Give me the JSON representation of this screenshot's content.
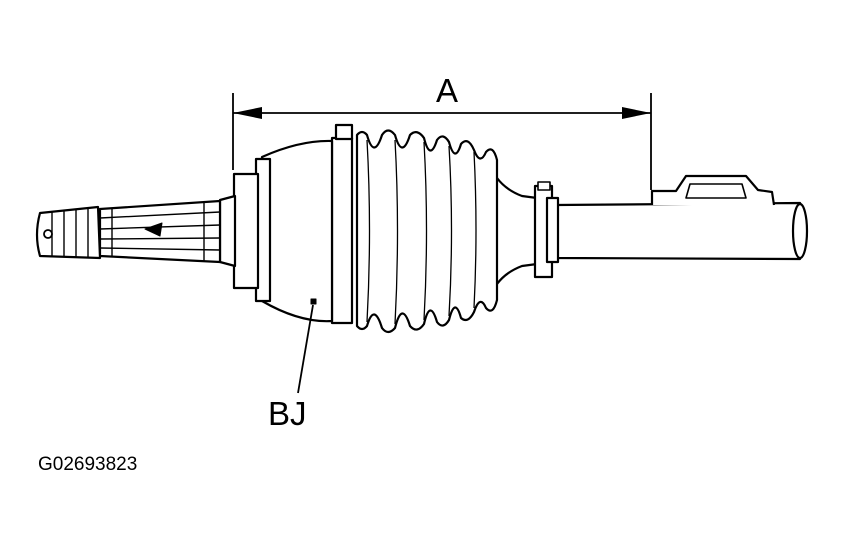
{
  "diagram": {
    "dimension_label": "A",
    "joint_label": "BJ",
    "figure_code": "G02693823",
    "line_color": "#000000",
    "fill_color": "#ffffff"
  }
}
